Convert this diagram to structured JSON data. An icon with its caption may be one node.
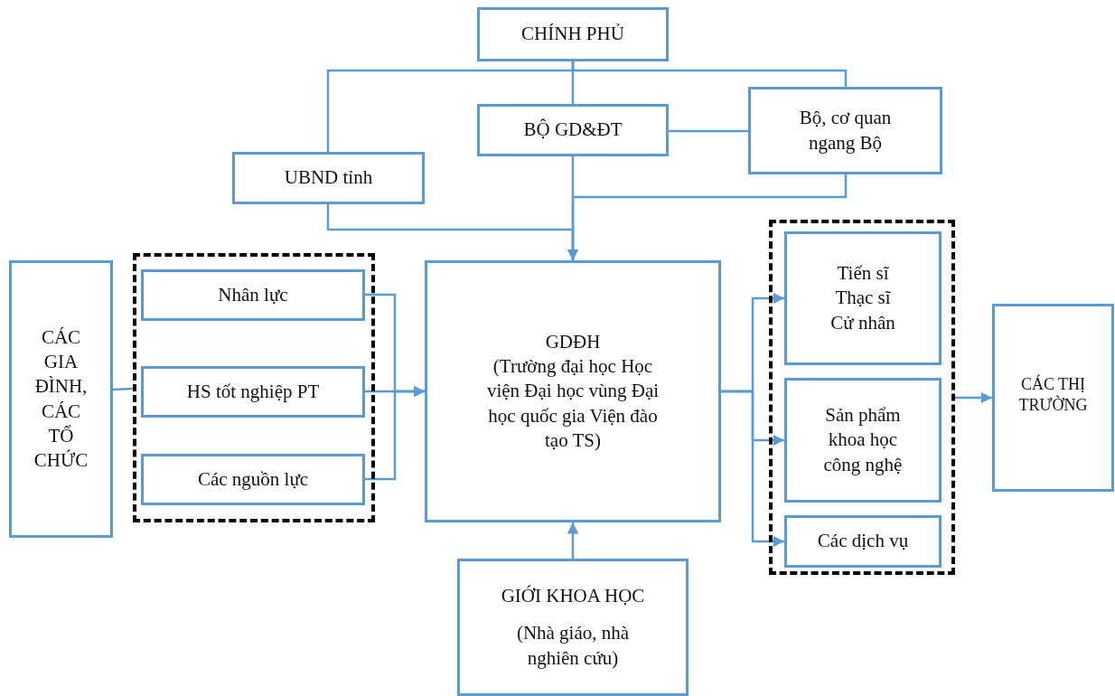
{
  "diagram": {
    "nodes": [
      {
        "text": [
          "CHÍNH PHỦ"
        ]
      },
      {
        "text": [
          "UBND tỉnh"
        ]
      },
      {
        "text": [
          "BỘ GD&ĐT"
        ]
      },
      {
        "text": [
          "Bộ, cơ quan ngang Bộ"
        ]
      },
      {
        "text": [],
        "shape": "box"
      },
      {
        "text": [
          "Nhân lực"
        ],
        "in": 4
      },
      {
        "text": [
          "HS tốt nghiệp PT"
        ],
        "in": 4
      },
      {
        "text": [
          "Các nguồn lực"
        ],
        "in": 4
      },
      {
        "text": [
          "CÁC GIA ĐÌNH, CÁC TỔ CHỨC"
        ]
      },
      {
        "text": [
          "GDĐH",
          "(Trường đại học Học viện Đại học vùng Đại học quốc gia Viện đào tạo TS)"
        ]
      },
      {
        "text": [
          "GIỚI KHOA HỌC",
          "(Nhà giáo, nhà nghiên cứu)"
        ]
      },
      {
        "text": [],
        "shape": "box"
      },
      {
        "text": [
          "Tiến sĩ Thạc sĩ Cử nhân"
        ],
        "in": 11
      },
      {
        "text": [
          "Sản phẩm khoa học công nghệ"
        ],
        "in": 11
      },
      {
        "text": [
          "Các dịch vụ"
        ],
        "in": 11
      },
      {
        "text": [
          "CÁC THỊ TRƯỜNG"
        ]
      }
    ],
    "edges": [
      {
        "from": 0,
        "to": 1,
        "arrow": "none"
      },
      {
        "from": 0,
        "to": 2,
        "arrow": "none"
      },
      {
        "from": 0,
        "to": 3,
        "arrow": "none"
      },
      {
        "from": 2,
        "to": 3,
        "arrow": "none"
      },
      {
        "from": 2,
        "to": 9,
        "arrow": "to"
      },
      {
        "from": 1,
        "to": 9,
        "arrow": "to"
      },
      {
        "from": 3,
        "to": 9,
        "arrow": "to"
      },
      {
        "from": 5,
        "to": 9,
        "arrow": "to"
      },
      {
        "from": 6,
        "to": 9,
        "arrow": "to"
      },
      {
        "from": 7,
        "to": 9,
        "arrow": "to"
      },
      {
        "from": 8,
        "to": 4,
        "arrow": "none"
      },
      {
        "from": 10,
        "to": 9,
        "arrow": "to"
      },
      {
        "from": 9,
        "to": 12,
        "arrow": "to"
      },
      {
        "from": 9,
        "to": 13,
        "arrow": "to"
      },
      {
        "from": 9,
        "to": 14,
        "arrow": "to"
      },
      {
        "from": 11,
        "to": 15,
        "arrow": "to"
      }
    ]
  }
}
